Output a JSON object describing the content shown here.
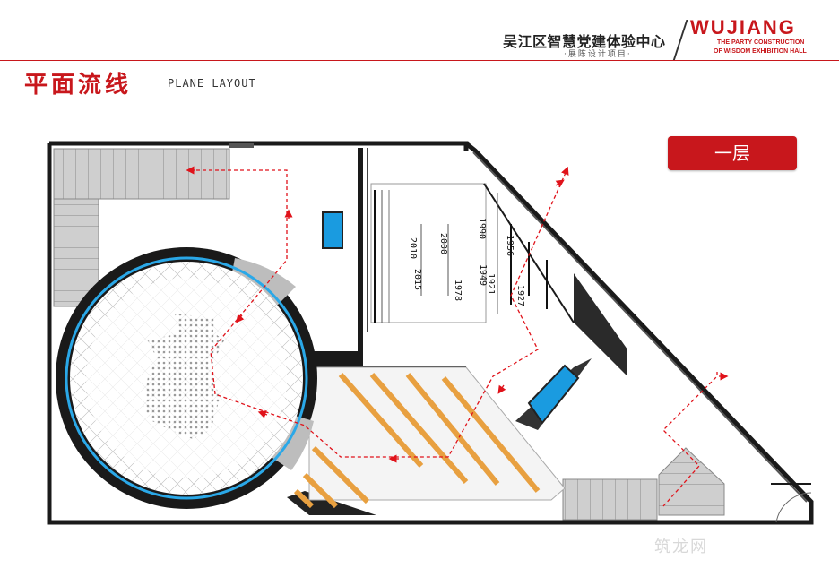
{
  "header": {
    "title_cn": "吴江区智慧党建体验中心",
    "subtitle_cn": "·展陈设计项目·",
    "brand": "WUJIANG",
    "brand_line1": "THE PARTY CONSTRUCTION",
    "brand_line2": "OF WISDOM EXHIBITION HALL"
  },
  "page": {
    "title": "平面流线",
    "subtitle": "PLANE LAYOUT"
  },
  "floor_badge": "一层",
  "watermark": "筑龙网",
  "years": {
    "y2010": "2010",
    "y2000": "2000",
    "y1990": "1990",
    "y2015": "2015",
    "y1978": "1978",
    "y1949": "1949",
    "y1921": "1921",
    "y1956": "1956",
    "y1927": "1927"
  },
  "colors": {
    "accent_red": "#c8171c",
    "screen_blue": "#1a9be0",
    "wood_orange": "#e8a040",
    "wall_black": "#1a1a1a"
  }
}
